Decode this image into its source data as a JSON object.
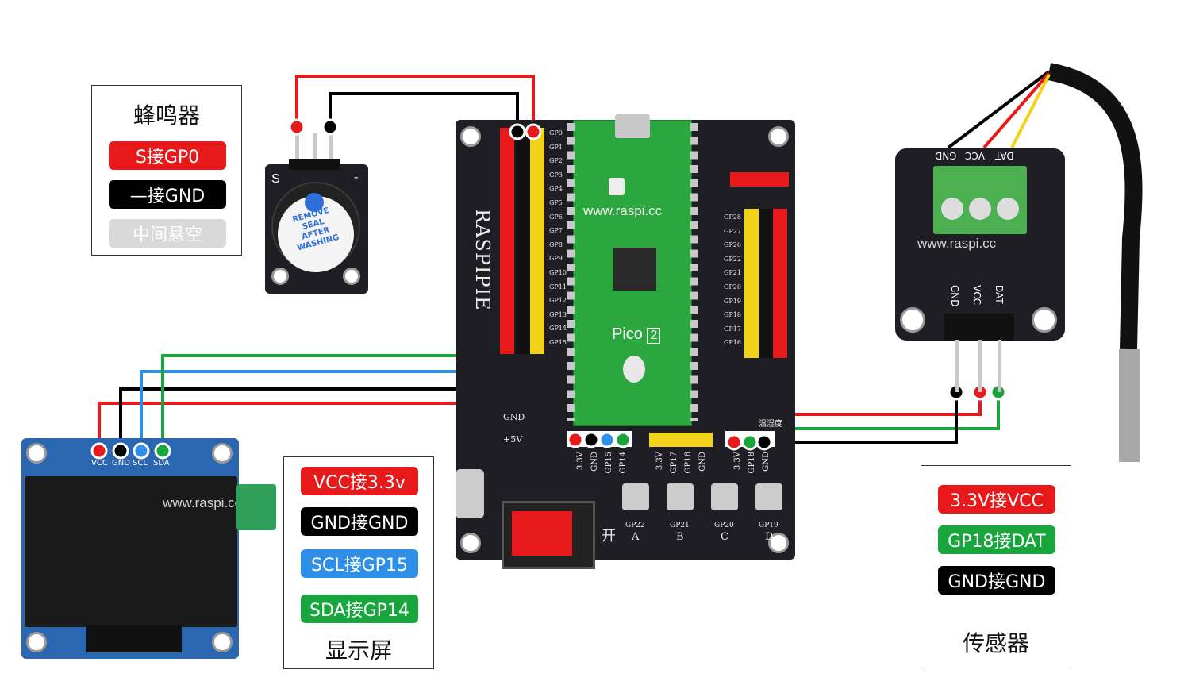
{
  "buzzer_legend": {
    "title": "蜂鸣器",
    "items": [
      {
        "label": "S接GP0",
        "color": "#e8191b"
      },
      {
        "label": "—接GND",
        "color": "#000000"
      },
      {
        "label": "中间悬空",
        "color": "#d9d9d9"
      }
    ]
  },
  "oled_legend": {
    "title": "显示屏",
    "items": [
      {
        "label": "VCC接3.3v",
        "color": "#e8191b"
      },
      {
        "label": "GND接GND",
        "color": "#000000"
      },
      {
        "label": "SCL接GP15",
        "color": "#2e8fe8"
      },
      {
        "label": "SDA接GP14",
        "color": "#18a53b"
      }
    ]
  },
  "sensor_legend": {
    "title": "传感器",
    "items": [
      {
        "label": "3.3V接VCC",
        "color": "#e8191b"
      },
      {
        "label": "GP18接DAT",
        "color": "#18a53b"
      },
      {
        "label": "GND接GND",
        "color": "#000000"
      }
    ]
  },
  "watermark": "www.raspi.cc",
  "main_board": {
    "brand": "RASPIPIE",
    "pico_label": "Pico",
    "pico_version": "2",
    "left_pins": [
      "GP0",
      "GP1",
      "GP2",
      "GP3",
      "GP4",
      "GP5",
      "GP6",
      "GP7",
      "GP8",
      "GP9",
      "GP10",
      "GP11",
      "GP12",
      "GP13",
      "GP14",
      "GP15"
    ],
    "right_pins": [
      "GP28",
      "GP27",
      "GP26",
      "GP22",
      "GP21",
      "GP20",
      "GP19",
      "GP18",
      "GP17",
      "GP16"
    ],
    "oled_header": [
      "3.3V",
      "GND",
      "GP15",
      "GP14"
    ],
    "mid_header": [
      "3.3V",
      "GP17",
      "GP16",
      "GND"
    ],
    "temp_header": [
      "3.3V",
      "GP18",
      "GND"
    ],
    "temp_header_title": "温湿度",
    "buttons": [
      {
        "gp": "GP22",
        "letter": "A"
      },
      {
        "gp": "GP21",
        "letter": "B"
      },
      {
        "gp": "GP20",
        "letter": "C"
      },
      {
        "gp": "GP19",
        "letter": "D"
      }
    ],
    "switch_label": "开",
    "gnd_label": "GND",
    "plus5v_label": "+5V"
  },
  "buzzer_module": {
    "s_label": "S",
    "minus_label": "-",
    "sticker": [
      "REMOVE",
      "SEAL",
      "AFTER",
      "WASHING"
    ]
  },
  "oled_module": {
    "pin_labels": [
      "VCC",
      "GND",
      "SCL",
      "SDA"
    ]
  },
  "sensor_module": {
    "top_labels": [
      "GND",
      "VCC",
      "DAT"
    ],
    "side_labels": [
      "GND",
      "VCC",
      "DAT"
    ]
  }
}
